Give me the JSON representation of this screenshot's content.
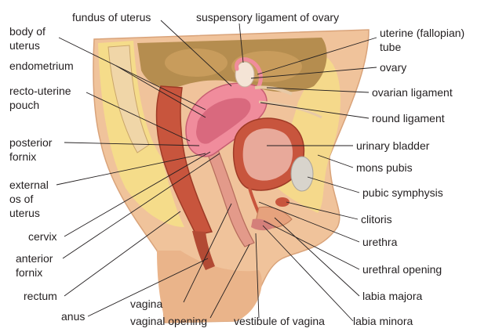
{
  "labels": {
    "fundus": "fundus of uterus",
    "suspensory": "suspensory ligament of ovary",
    "body1": "body of",
    "body2": "uterus",
    "fallopian1": "uterine (fallopian)",
    "fallopian2": "tube",
    "endometrium": "endometrium",
    "ovary": "ovary",
    "recto1": "recto-uterine",
    "recto2": "pouch",
    "ovarian_lig": "ovarian ligament",
    "round_lig": "round ligament",
    "post1": "posterior",
    "post2": "fornix",
    "bladder": "urinary bladder",
    "mons": "mons pubis",
    "ext1": "external",
    "ext2": "os of",
    "ext3": "uterus",
    "symphysis": "pubic symphysis",
    "clitoris": "clitoris",
    "cervix": "cervix",
    "urethra": "urethra",
    "ant1": "anterior",
    "ant2": "fornix",
    "urethral_opening": "urethral opening",
    "rectum": "rectum",
    "labia_majora": "labia majora",
    "vagina": "vagina",
    "anus": "anus",
    "labia_minora": "labia minora",
    "vaginal_opening": "vaginal opening",
    "vestibule": "vestibule of vagina"
  },
  "colors": {
    "skin": "#f0c39b",
    "fat": "#f5dc8a",
    "cavity": "#b58d4f",
    "muscle": "#c8553d",
    "pink": "#f08c9c",
    "leader": "#231f20"
  }
}
